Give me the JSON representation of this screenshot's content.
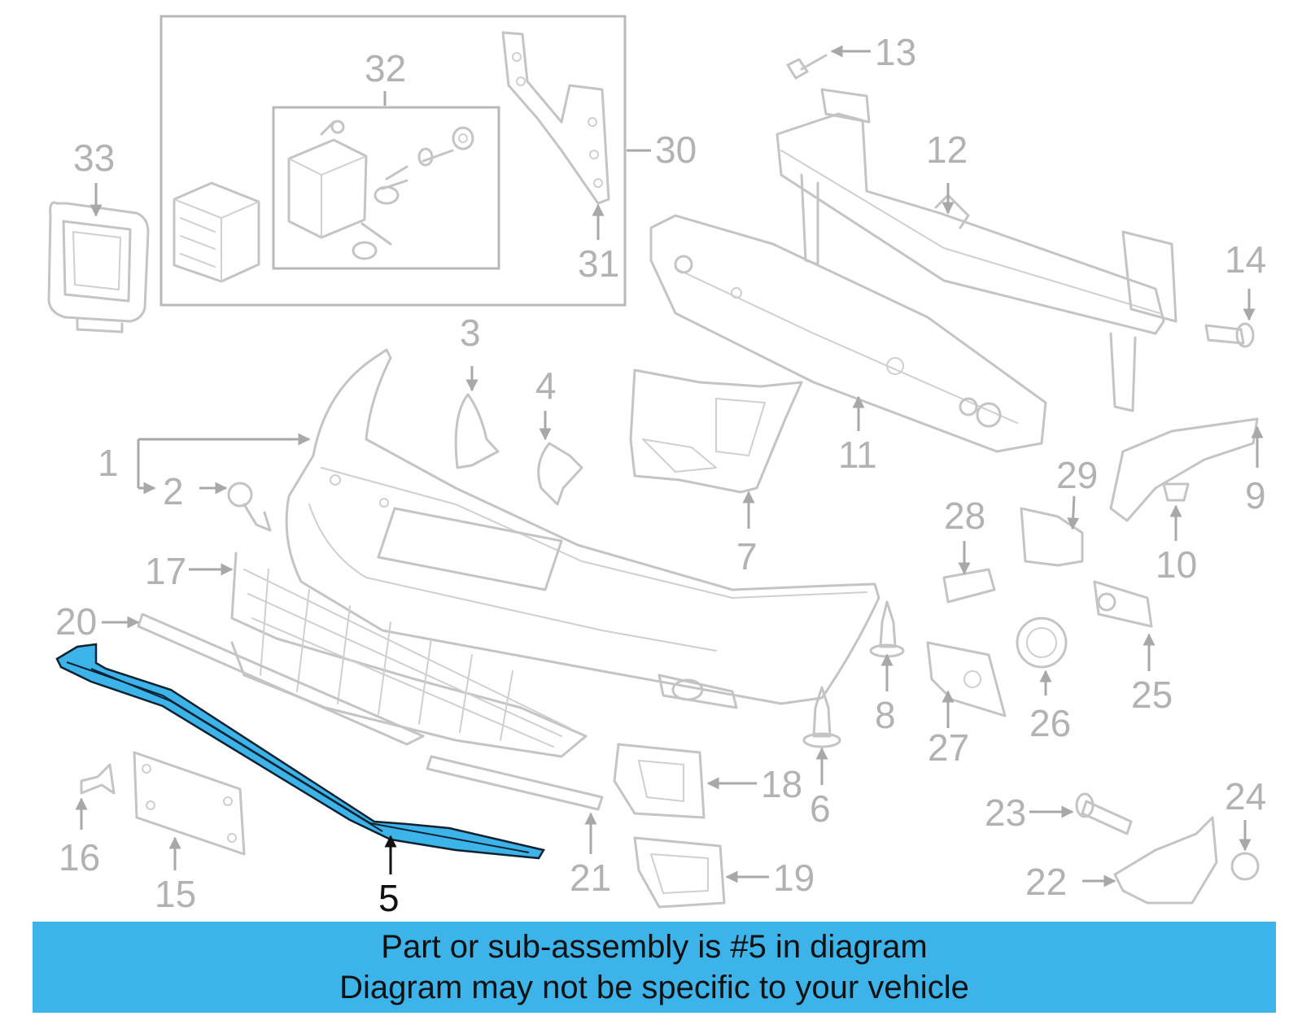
{
  "diagram": {
    "highlight_color": "#3cb4ea",
    "callouts": [
      "1",
      "2",
      "3",
      "4",
      "5",
      "6",
      "7",
      "8",
      "9",
      "10",
      "11",
      "12",
      "13",
      "14",
      "15",
      "16",
      "17",
      "18",
      "19",
      "20",
      "21",
      "22",
      "23",
      "24",
      "25",
      "26",
      "27",
      "28",
      "29",
      "30",
      "31",
      "32",
      "33"
    ],
    "highlighted_callout": "5"
  },
  "banner": {
    "line1": "Part or sub-assembly is #5 in diagram",
    "line2": "Diagram may not be specific to your vehicle",
    "color": "#3cb4ea"
  }
}
